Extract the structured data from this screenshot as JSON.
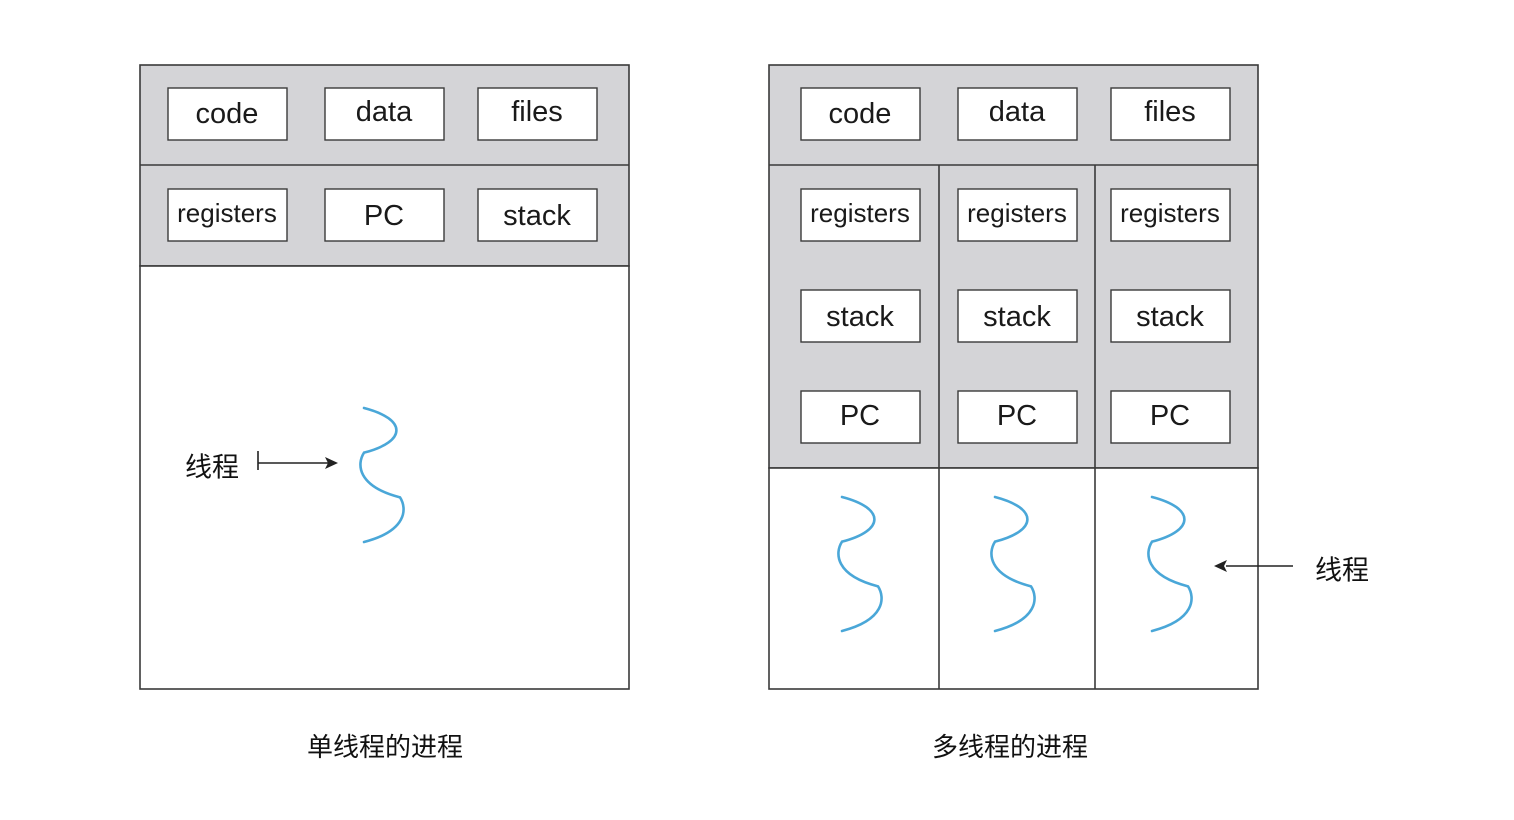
{
  "single_thread": {
    "shared": [
      "code",
      "data",
      "files"
    ],
    "thread": [
      "registers",
      "PC",
      "stack"
    ],
    "thread_label": "线程",
    "caption": "单线程的进程"
  },
  "multi_thread": {
    "shared": [
      "code",
      "data",
      "files"
    ],
    "threads": [
      {
        "registers": "registers",
        "stack": "stack",
        "pc": "PC"
      },
      {
        "registers": "registers",
        "stack": "stack",
        "pc": "PC"
      },
      {
        "registers": "registers",
        "stack": "stack",
        "pc": "PC"
      }
    ],
    "thread_label": "线程",
    "caption": "多线程的进程"
  },
  "colors": {
    "shared_region": "#d4d4d7",
    "thread_wave": "#4aa7d8"
  }
}
